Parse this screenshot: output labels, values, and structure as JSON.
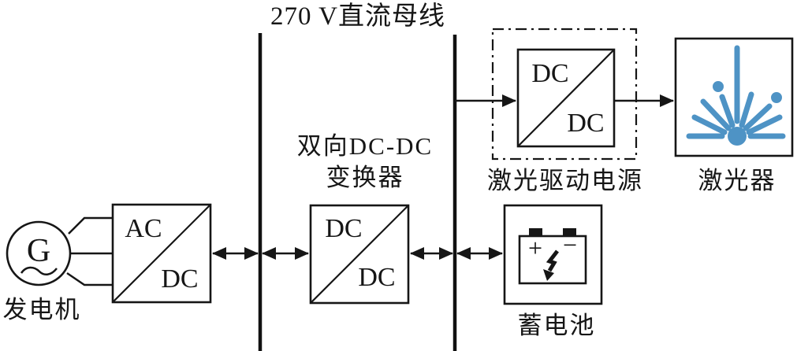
{
  "diagram_title": "270 V直流母线",
  "colors": {
    "line": "#161616",
    "laser_blue": "#4E93C5"
  },
  "components": {
    "generator": {
      "symbol": "G",
      "label": "发电机"
    },
    "rectifier": {
      "input_label": "AC",
      "output_label": "DC"
    },
    "bidirectional_converter": {
      "name_line1": "双向DC-DC",
      "name_line2": "变换器",
      "input_label": "DC",
      "output_label": "DC"
    },
    "laser_driver": {
      "label": "激光驱动电源",
      "input_label": "DC",
      "output_label": "DC"
    },
    "laser": {
      "label": "激光器"
    },
    "battery": {
      "label": "蓄电池",
      "positive_sign": "+",
      "negative_sign": "−"
    }
  }
}
